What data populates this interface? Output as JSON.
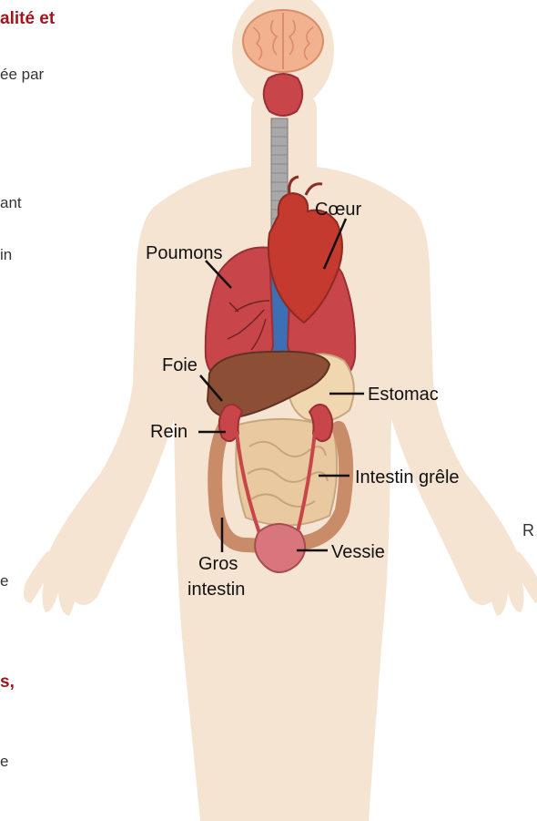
{
  "left_text_fragments": [
    {
      "text": "alité et",
      "style": "red"
    },
    {
      "text": "ée par",
      "style": "normal"
    },
    {
      "text": "ant",
      "style": "normal"
    },
    {
      "text": "in",
      "style": "normal"
    },
    {
      "text": "e",
      "style": "normal"
    },
    {
      "text": "s,",
      "style": "red"
    },
    {
      "text": "e",
      "style": "normal"
    }
  ],
  "right_text_fragment": "R",
  "labels": {
    "coeur": "Cœur",
    "poumons": "Poumons",
    "foie": "Foie",
    "estomac": "Estomac",
    "rein": "Rein",
    "intestin_grele": "Intestin grêle",
    "gros_intestin_line1": "Gros",
    "gros_intestin_line2": "intestin",
    "vessie": "Vessie"
  },
  "colors": {
    "body": "#f6e4d3",
    "brain": "#f2b28f",
    "organ_red": "#c8454a",
    "heart": "#c43a2e",
    "liver": "#8c4f35",
    "stomach": "#f1d7b0",
    "intestine": "#e8c9a0",
    "colon": "#c98c68",
    "bladder": "#d9767c",
    "spine": "#9a9a9a",
    "vessel_blue": "#3c6fb3",
    "heading_red": "#a0161c"
  }
}
